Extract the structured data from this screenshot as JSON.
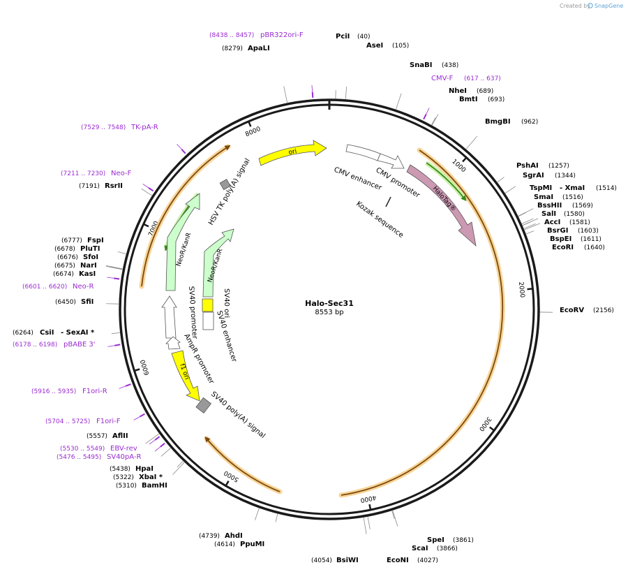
{
  "watermark": {
    "prefix": "Created by",
    "brand": "SnapGene"
  },
  "plasmid": {
    "name": "Halo-Sec31",
    "length_label": "8553 bp",
    "length": 8553
  },
  "ticks": [
    {
      "pos": 1000,
      "label": "1000"
    },
    {
      "pos": 2000,
      "label": "2000"
    },
    {
      "pos": 3000,
      "label": "3000"
    },
    {
      "pos": 4000,
      "label": "4000"
    },
    {
      "pos": 5000,
      "label": "5000"
    },
    {
      "pos": 6000,
      "label": "6000"
    },
    {
      "pos": 7000,
      "label": "7000"
    },
    {
      "pos": 8000,
      "label": "8000"
    }
  ],
  "sites": [
    {
      "name": "PciI",
      "pos": "(40)",
      "loc": 40
    },
    {
      "name": "AseI",
      "pos": "(105)",
      "loc": 105
    },
    {
      "name": "SnaBI",
      "pos": "(438)",
      "loc": 438
    },
    {
      "name": "NheI",
      "pos": "(689)",
      "loc": 689
    },
    {
      "name": "BmtI",
      "pos": "(693)",
      "loc": 693
    },
    {
      "name": "BmgBI",
      "pos": "(962)",
      "loc": 962
    },
    {
      "name": "PshAI",
      "pos": "(1257)",
      "loc": 1257
    },
    {
      "name": "SgrAI",
      "pos": "(1344)",
      "loc": 1344
    },
    {
      "name": "TspMI",
      "extra": "- XmaI",
      "pos": "(1514)",
      "loc": 1514
    },
    {
      "name": "SmaI",
      "pos": "(1516)",
      "loc": 1516
    },
    {
      "name": "BssHII",
      "pos": "(1569)",
      "loc": 1569
    },
    {
      "name": "SalI",
      "pos": "(1580)",
      "loc": 1580
    },
    {
      "name": "AccI",
      "pos": "(1581)",
      "loc": 1581
    },
    {
      "name": "BsrGI",
      "pos": "(1603)",
      "loc": 1603
    },
    {
      "name": "BspEI",
      "pos": "(1611)",
      "loc": 1611
    },
    {
      "name": "EcoRI",
      "pos": "(1640)",
      "loc": 1640
    },
    {
      "name": "EcoRV",
      "pos": "(2156)",
      "loc": 2156
    },
    {
      "name": "SpeI",
      "pos": "(3861)",
      "loc": 3861
    },
    {
      "name": "ScaI",
      "pos": "(3866)",
      "loc": 3866
    },
    {
      "name": "EcoNI",
      "pos": "(4027)",
      "loc": 4027
    },
    {
      "name": "BsiWI",
      "pos": "(4054)",
      "loc": 4054
    },
    {
      "name": "PpuMI",
      "pos": "(4614)",
      "loc": 4614
    },
    {
      "name": "AhdI",
      "pos": "(4739)",
      "loc": 4739
    },
    {
      "name": "BamHI",
      "pos": "(5310)",
      "loc": 5310
    },
    {
      "name": "XbaI *",
      "pos": "(5322)",
      "loc": 5322
    },
    {
      "name": "HpaI",
      "pos": "(5438)",
      "loc": 5438
    },
    {
      "name": "AflII",
      "pos": "(5557)",
      "loc": 5557
    },
    {
      "name": "CsiI",
      "extra": "- SexAI *",
      "pos": "(6264)",
      "loc": 6264
    },
    {
      "name": "SfiI",
      "pos": "(6450)",
      "loc": 6450
    },
    {
      "name": "KasI",
      "pos": "(6674)",
      "loc": 6674
    },
    {
      "name": "NarI",
      "pos": "(6675)",
      "loc": 6675
    },
    {
      "name": "SfoI",
      "pos": "(6676)",
      "loc": 6676
    },
    {
      "name": "PluTI",
      "pos": "(6678)",
      "loc": 6678
    },
    {
      "name": "FspI",
      "pos": "(6777)",
      "loc": 6777
    },
    {
      "name": "RsrII",
      "pos": "(7191)",
      "loc": 7191
    },
    {
      "name": "ApaLI",
      "pos": "(8279)",
      "loc": 8279
    }
  ],
  "primers": [
    {
      "name": "pBR322ori-F",
      "range": "(8438 .. 8457)",
      "loc": 8447
    },
    {
      "name": "CMV-F",
      "range": "(617 .. 637)",
      "loc": 627
    },
    {
      "name": "TK-pA-R",
      "range": "(7529 .. 7548)",
      "loc": 7538
    },
    {
      "name": "Neo-F",
      "range": "(7211 .. 7230)",
      "loc": 7220
    },
    {
      "name": "Neo-R",
      "range": "(6601 .. 6620)",
      "loc": 6610
    },
    {
      "name": "pBABE 3'",
      "range": "(6178 .. 6198)",
      "loc": 6188
    },
    {
      "name": "F1ori-R",
      "range": "(5916 .. 5935)",
      "loc": 5925
    },
    {
      "name": "F1ori-F",
      "range": "(5704 .. 5725)",
      "loc": 5714
    },
    {
      "name": "EBV-rev",
      "range": "(5530 .. 5549)",
      "loc": 5540
    },
    {
      "name": "SV40pA-R",
      "range": "(5476 .. 5495)",
      "loc": 5486
    }
  ],
  "features": [
    {
      "name": "ori",
      "type": "arrow",
      "color": "#ffff00"
    },
    {
      "name": "CMV enhancer",
      "type": "arrow",
      "color": "#ffffff"
    },
    {
      "name": "CMV promoter",
      "type": "arrow",
      "color": "#ffffff"
    },
    {
      "name": "HaloTag®",
      "type": "arrow",
      "color": "#cc99b2"
    },
    {
      "name": "Kozak sequence",
      "type": "mark"
    },
    {
      "name": "HSV TK poly(A) signal",
      "type": "box",
      "color": "#999999"
    },
    {
      "name": "NeoR/KanR",
      "type": "arrow",
      "color": "#ccffcc"
    },
    {
      "name": "NeoR/KanR",
      "type": "arrow",
      "color": "#ccffcc"
    },
    {
      "name": "SV40 ori",
      "type": "box",
      "color": "#ffff00"
    },
    {
      "name": "SV40 enhancer",
      "type": "box",
      "color": "#ffffff"
    },
    {
      "name": "SV40 promoter",
      "type": "arrow",
      "color": "#ffffff"
    },
    {
      "name": "AmpR promoter",
      "type": "arrow",
      "color": "#ffffff"
    },
    {
      "name": "f1 ori",
      "type": "arrow",
      "color": "#ffff00"
    },
    {
      "name": "SV40 poly(A) signal",
      "type": "box",
      "color": "#999999"
    }
  ],
  "colors": {
    "backbone": "#1a1a1a",
    "orf_line": "#7a4a12",
    "orf_glow": "#f6c572",
    "green_arrow": "#3a8a1c",
    "green_glow": "#c7f2a4",
    "primer": "#9a2bd0",
    "leader_line": "#888888"
  }
}
